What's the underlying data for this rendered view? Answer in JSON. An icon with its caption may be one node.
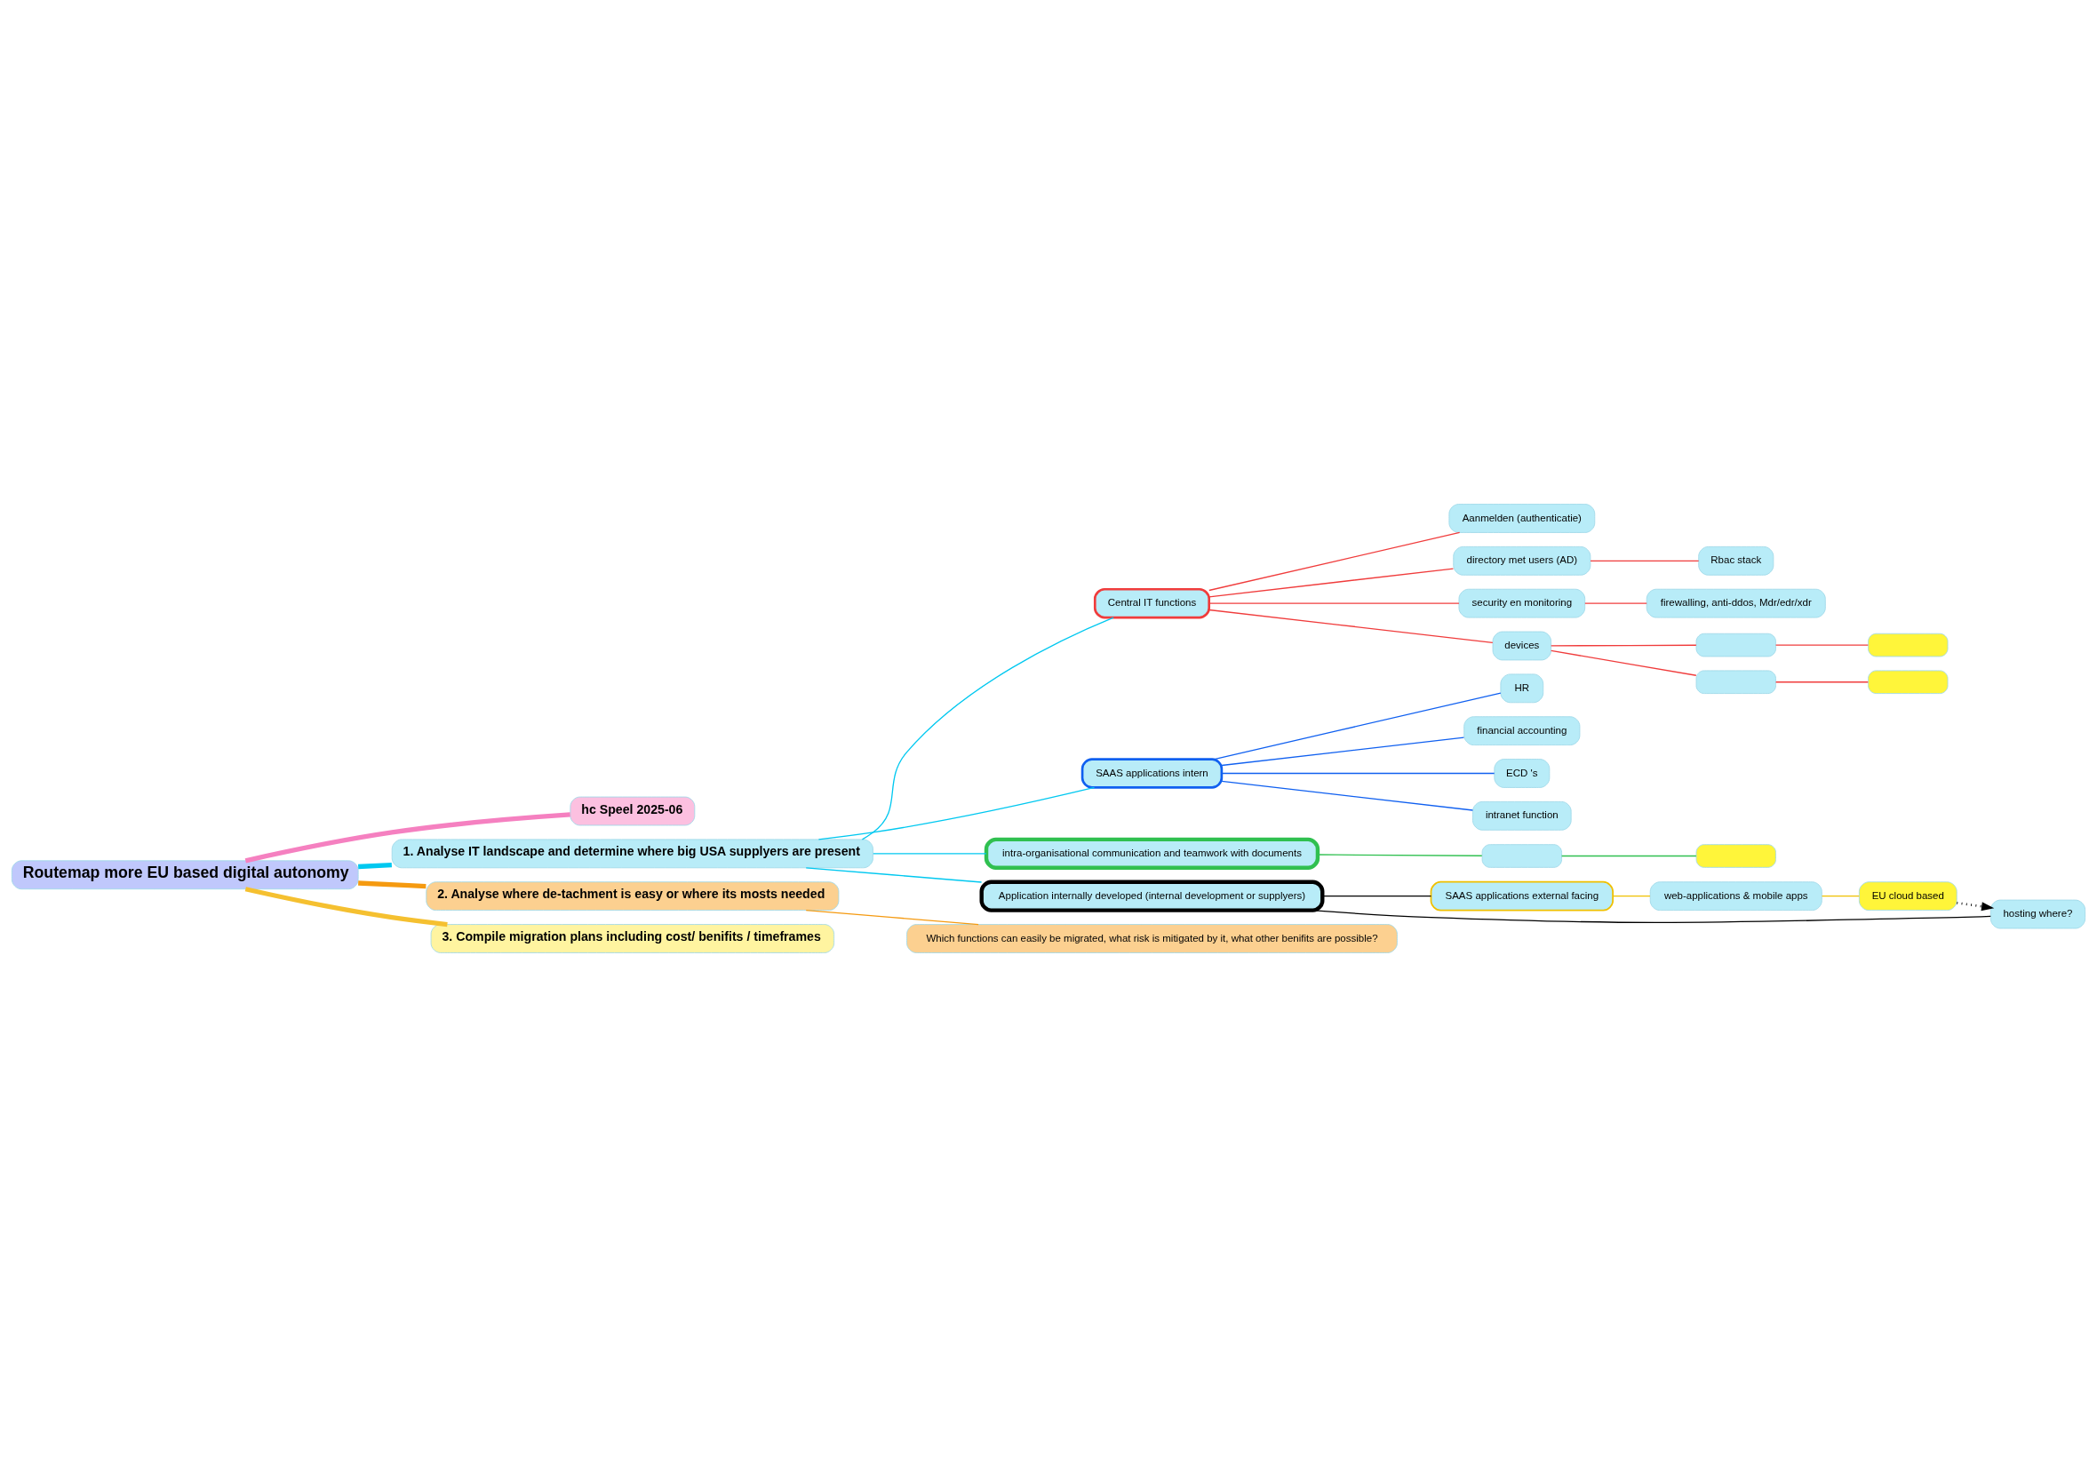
{
  "diagram": {
    "nodes": [
      {
        "text": [
          "Routemap more EU based digital autonomy"
        ]
      },
      {
        "text": [
          "hc Speel 2025-06"
        ]
      },
      {
        "text": [
          "1. Analyse IT landscape and determine where big USA supplyers are present"
        ]
      },
      {
        "text": [
          "2. Analyse where de-tachment is easy or where its mosts needed"
        ]
      },
      {
        "text": [
          "3. Compile migration plans including cost/ benifits / timeframes"
        ]
      },
      {
        "text": [
          "Central IT functions"
        ]
      },
      {
        "text": [
          "Aanmelden (authenticatie)"
        ]
      },
      {
        "text": [
          "directory met users (AD)"
        ]
      },
      {
        "text": [
          "Rbac stack"
        ]
      },
      {
        "text": [
          "security en monitoring"
        ]
      },
      {
        "text": [
          "firewalling, anti-ddos, Mdr/edr/xdr"
        ]
      },
      {
        "text": [
          "devices"
        ]
      },
      {
        "text": [],
        "shape": "box"
      },
      {
        "text": [],
        "shape": "box"
      },
      {
        "text": [],
        "shape": "box"
      },
      {
        "text": [],
        "shape": "box"
      },
      {
        "text": [
          "SAAS applications intern"
        ]
      },
      {
        "text": [
          "HR"
        ]
      },
      {
        "text": [
          "financial accounting"
        ]
      },
      {
        "text": [
          "ECD 's"
        ]
      },
      {
        "text": [
          "intranet function"
        ]
      },
      {
        "text": [
          "intra-organisational communication and teamwork with documents"
        ]
      },
      {
        "text": [],
        "shape": "box"
      },
      {
        "text": [],
        "shape": "box"
      },
      {
        "text": [
          "Application internally developed (internal development or supplyers)"
        ]
      },
      {
        "text": [
          "SAAS applications external facing"
        ]
      },
      {
        "text": [
          "web-applications & mobile apps"
        ]
      },
      {
        "text": [
          "EU cloud based"
        ]
      },
      {
        "text": [
          "hosting where?"
        ]
      },
      {
        "text": [
          "Which functions can easily be migrated, what risk is mitigated by it, what other benifits are possible?"
        ]
      }
    ],
    "edges": [
      {
        "from": 0,
        "to": 1,
        "arrow": "none",
        "color": "#f580c0",
        "style": "thick"
      },
      {
        "from": 0,
        "to": 2,
        "arrow": "none",
        "color": "#00c8f0",
        "style": "thick"
      },
      {
        "from": 0,
        "to": 3,
        "arrow": "none",
        "color": "#f59a10",
        "style": "thick"
      },
      {
        "from": 0,
        "to": 4,
        "arrow": "none",
        "color": "#f5c030",
        "style": "thick"
      },
      {
        "from": 2,
        "to": 5,
        "arrow": "none",
        "color": "#00c8f0"
      },
      {
        "from": 5,
        "to": 6,
        "arrow": "none",
        "color": "#f03c3c"
      },
      {
        "from": 5,
        "to": 7,
        "arrow": "none",
        "color": "#f03c3c"
      },
      {
        "from": 7,
        "to": 8,
        "arrow": "none",
        "color": "#f03c3c"
      },
      {
        "from": 5,
        "to": 9,
        "arrow": "none",
        "color": "#f03c3c"
      },
      {
        "from": 9,
        "to": 10,
        "arrow": "none",
        "color": "#f03c3c"
      },
      {
        "from": 5,
        "to": 11,
        "arrow": "none",
        "color": "#f03c3c"
      },
      {
        "from": 11,
        "to": 12,
        "arrow": "none",
        "color": "#f03c3c"
      },
      {
        "from": 12,
        "to": 13,
        "arrow": "none",
        "color": "#f03c3c"
      },
      {
        "from": 11,
        "to": 14,
        "arrow": "none",
        "color": "#f03c3c"
      },
      {
        "from": 14,
        "to": 15,
        "arrow": "none",
        "color": "#f03c3c"
      },
      {
        "from": 2,
        "to": 16,
        "arrow": "none",
        "color": "#00c8f0"
      },
      {
        "from": 16,
        "to": 17,
        "arrow": "none",
        "color": "#1060f0"
      },
      {
        "from": 16,
        "to": 18,
        "arrow": "none",
        "color": "#1060f0"
      },
      {
        "from": 16,
        "to": 19,
        "arrow": "none",
        "color": "#1060f0"
      },
      {
        "from": 16,
        "to": 20,
        "arrow": "none",
        "color": "#1060f0"
      },
      {
        "from": 2,
        "to": 21,
        "arrow": "none",
        "color": "#00c8f0"
      },
      {
        "from": 21,
        "to": 22,
        "arrow": "none",
        "color": "#30c050"
      },
      {
        "from": 22,
        "to": 23,
        "arrow": "none",
        "color": "#30c050"
      },
      {
        "from": 2,
        "to": 24,
        "arrow": "none",
        "color": "#00c8f0"
      },
      {
        "from": 24,
        "to": 25,
        "arrow": "none",
        "color": "#000000"
      },
      {
        "from": 25,
        "to": 26,
        "arrow": "none",
        "color": "#f0c000"
      },
      {
        "from": 26,
        "to": 27,
        "arrow": "none",
        "color": "#f0c000"
      },
      {
        "from": 24,
        "to": 28,
        "arrow": "none",
        "color": "#000000"
      },
      {
        "from": 27,
        "to": 28,
        "arrow": "to",
        "style": "dashed",
        "color": "#000000"
      },
      {
        "from": 3,
        "to": 29,
        "arrow": "none",
        "color": "#f59a10"
      }
    ]
  }
}
